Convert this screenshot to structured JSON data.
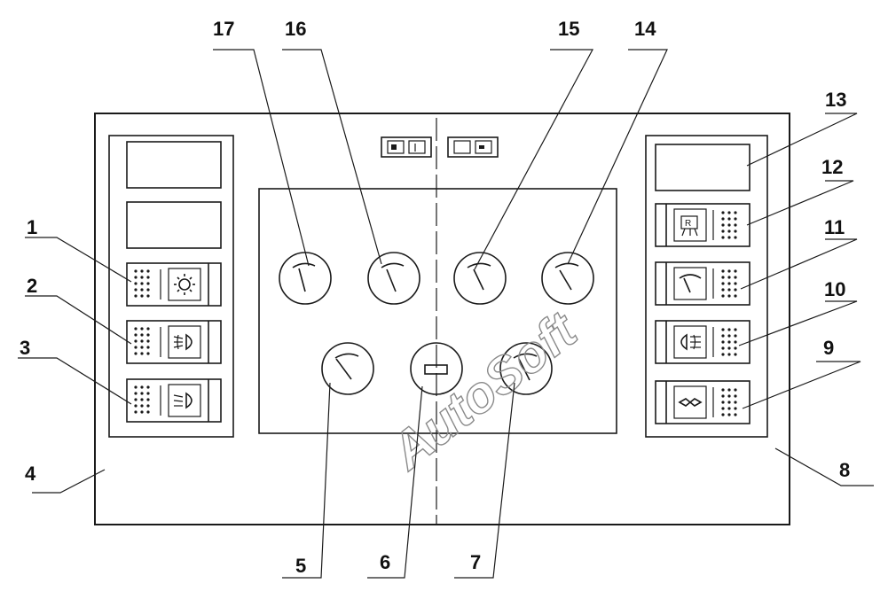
{
  "watermark": "AutoSoft",
  "callouts": {
    "c1": "1",
    "c2": "2",
    "c3": "3",
    "c4": "4",
    "c5": "5",
    "c6": "6",
    "c7": "7",
    "c8": "8",
    "c9": "9",
    "c10": "10",
    "c11": "11",
    "c12": "12",
    "c13": "13",
    "c14": "14",
    "c15": "15",
    "c16": "16",
    "c17": "17"
  },
  "icons": {
    "switch1": "work-light-icon",
    "switch2": "front-fog-light-icon",
    "switch3": "low-beam-icon",
    "switch9": "marker-light-icon",
    "switch10": "rear-fog-light-icon",
    "switch11": "wiper-icon",
    "switch12": "hazard-warning-icon"
  },
  "colors": {
    "ink": "#1a1a1a",
    "watermark": "#8a8a8a"
  }
}
